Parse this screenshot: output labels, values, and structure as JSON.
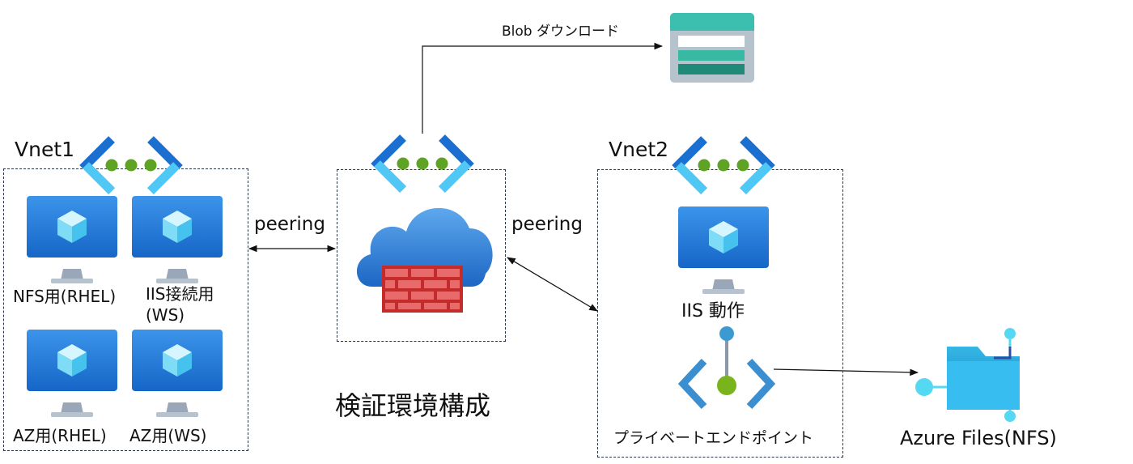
{
  "title": "検証環境構成",
  "blob_label": "Blob ダウンロード",
  "vnet1": {
    "label": "Vnet1",
    "vms": [
      "NFS用(RHEL)",
      "IIS接続用\n(WS)",
      "AZ用(RHEL)",
      "AZ用(WS)"
    ]
  },
  "hub": {},
  "peering_left": "peering",
  "peering_right": "peering",
  "vnet2": {
    "label": "Vnet2",
    "vm_label": "IIS 動作",
    "pe_label": "プライベートエンドポイント"
  },
  "files_label": "Azure Files(NFS)",
  "colors": {
    "vnet_chevron_dark": "#1b6fd1",
    "vnet_chevron_light": "#50c8f5",
    "vnet_dot": "#5ea324",
    "vm_screen": "#1f7ad8",
    "firewall_red": "#d83b3b",
    "storage_teal": "#3cbfae",
    "files_blue": "#1ea0d8"
  },
  "icons": [
    "vnet-icon",
    "vm-icon",
    "firewall-icon",
    "storage-account-icon",
    "private-endpoint-icon",
    "azure-files-icon"
  ]
}
